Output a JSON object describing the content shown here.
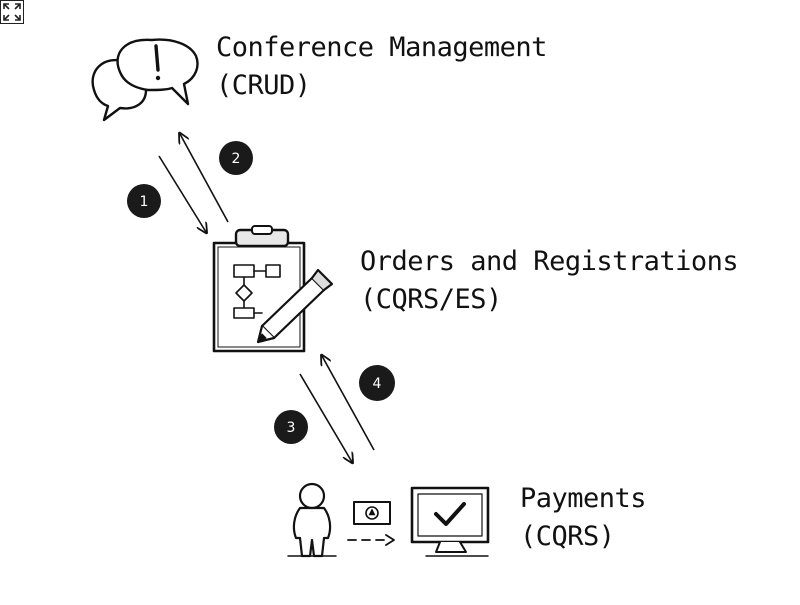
{
  "toolbar": {
    "expand_icon": "expand-arrows-icon"
  },
  "nodes": {
    "conference": {
      "title": "Conference Management",
      "subtitle": "(CRUD)",
      "icon": "speech-bubbles-exclamation-icon"
    },
    "orders": {
      "title": "Orders and Registrations",
      "subtitle": "(CQRS/ES)",
      "icon": "clipboard-pencil-icon"
    },
    "payments": {
      "title": "Payments",
      "subtitle": "(CQRS)",
      "icon": "person-card-monitor-icon"
    }
  },
  "steps": [
    "1",
    "2",
    "3",
    "4"
  ],
  "colors": {
    "ink": "#111111",
    "badge": "#1a1a1a",
    "background": "#ffffff"
  }
}
